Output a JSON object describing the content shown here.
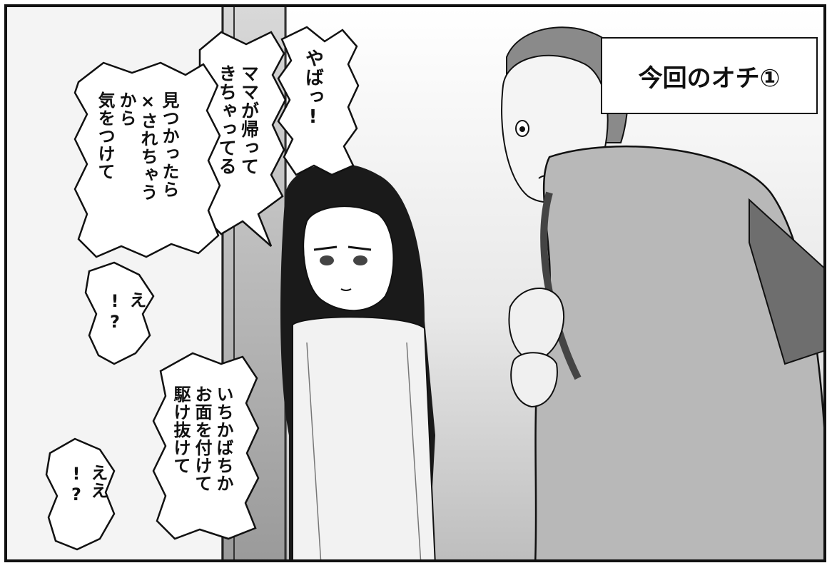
{
  "caption": "今回のオチ①",
  "bubbles": {
    "yaba": "やばっ!",
    "mama": "ママが帰って\nきちゃってる",
    "mitsukattara": "見つかったら\n×されちゃう\nから\n気をつけて",
    "e1": "え\n!?",
    "ichikabachika": "いちかばちか\nお面を付けて\n駆け抜けて",
    "e2": "ええ\n!?"
  }
}
